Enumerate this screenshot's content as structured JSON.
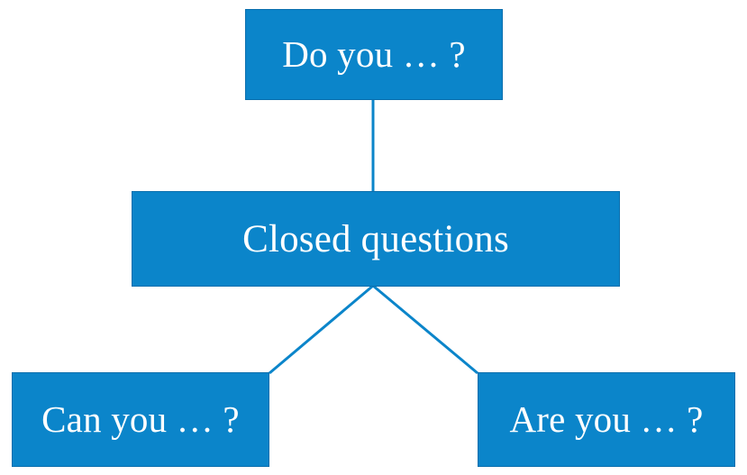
{
  "diagram": {
    "title": "Closed questions diagram",
    "background_color": "#ffffff",
    "node_fill_color": "#0b85ca",
    "node_border_color": "#0a6ead",
    "node_text_color": "#ffffff",
    "connector_color": "#0b85ca",
    "nodes": [
      {
        "id": "top",
        "label": "Do you … ?"
      },
      {
        "id": "middle",
        "label": "Closed questions"
      },
      {
        "id": "bottom_left",
        "label": "Can you … ?"
      },
      {
        "id": "bottom_right",
        "label": "Are you … ?"
      }
    ],
    "connectors": [
      {
        "id": "top-to-middle",
        "from": "middle",
        "to": "top",
        "kind": "vertical-line"
      },
      {
        "id": "middle-to-bottom-left",
        "from": "middle",
        "to": "bottom_left",
        "kind": "diagonal-line"
      },
      {
        "id": "middle-to-bottom-right",
        "from": "middle",
        "to": "bottom_right",
        "kind": "diagonal-line"
      }
    ]
  }
}
